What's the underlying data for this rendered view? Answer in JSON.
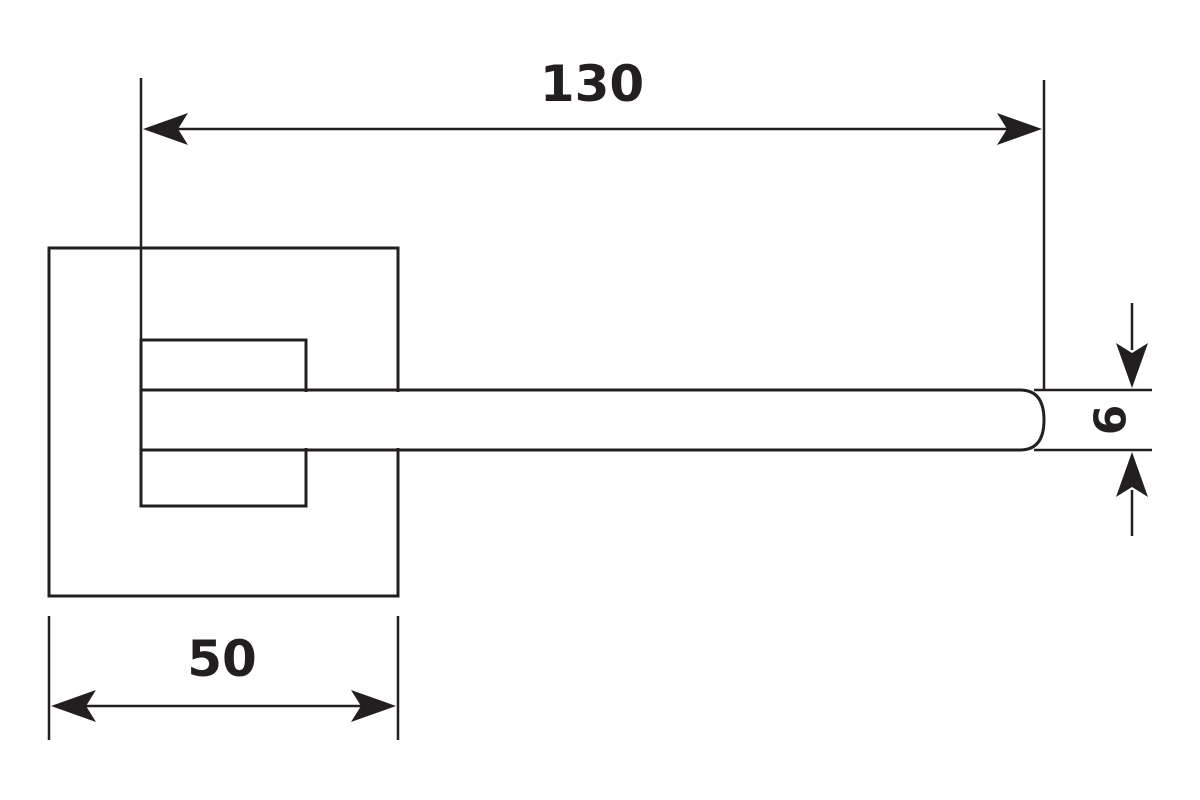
{
  "dimensions": {
    "lever_length": "130",
    "rose_width": "50",
    "lever_thickness": "9"
  },
  "colors": {
    "line": "#231f20",
    "background": "#ffffff"
  }
}
